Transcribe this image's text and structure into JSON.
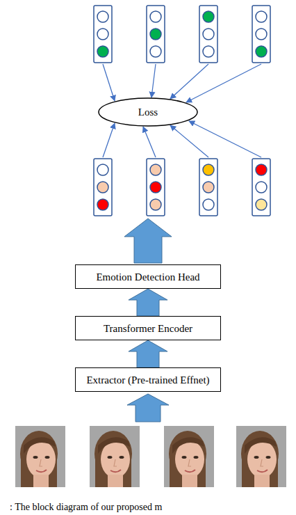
{
  "diagram": {
    "caption": ": The block diagram of our proposed m",
    "nodes": [
      {
        "text": [
          "Loss"
        ]
      },
      {
        "text": [
          "Emotion Detection Head"
        ]
      },
      {
        "text": [
          "Transformer Encoder"
        ]
      },
      {
        "text": [
          "Extractor (Pre-trained Effnet)"
        ]
      }
    ],
    "edges": [
      {
        "from": 3,
        "to": 2,
        "arrow": "to"
      },
      {
        "from": 2,
        "to": 1,
        "arrow": "to"
      }
    ]
  }
}
